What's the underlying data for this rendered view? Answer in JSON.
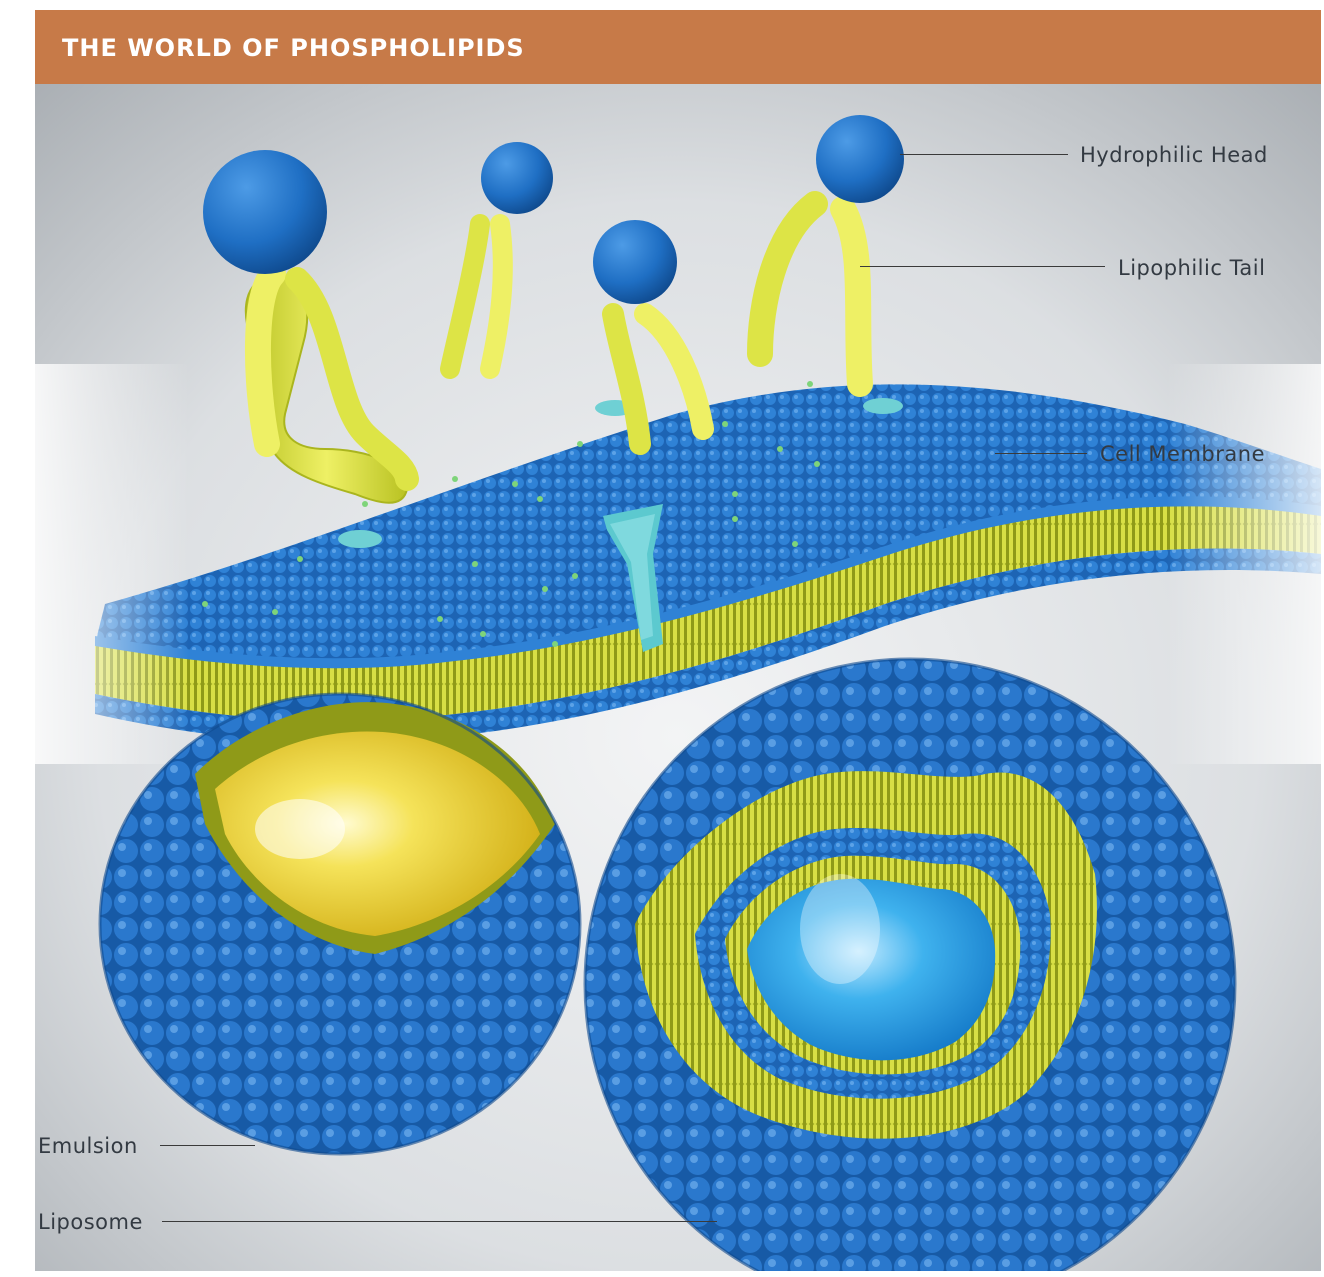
{
  "header": {
    "title": "THE WORLD OF PHOSPHOLIPIDS"
  },
  "labels": {
    "hydrophilic_head": "Hydrophilic Head",
    "lipophilic_tail": "Lipophilic Tail",
    "cell_membrane": "Cell Membrane",
    "emulsion": "Emulsion",
    "liposome": "Liposome"
  },
  "colors": {
    "header": "#c77a48",
    "head_blue": "#1f6fc4",
    "tail_yellow": "#d9e23a",
    "channel_teal": "#5cc9cf",
    "core_yellow": "#f2dc2e",
    "core_blue": "#2aa6e8"
  }
}
